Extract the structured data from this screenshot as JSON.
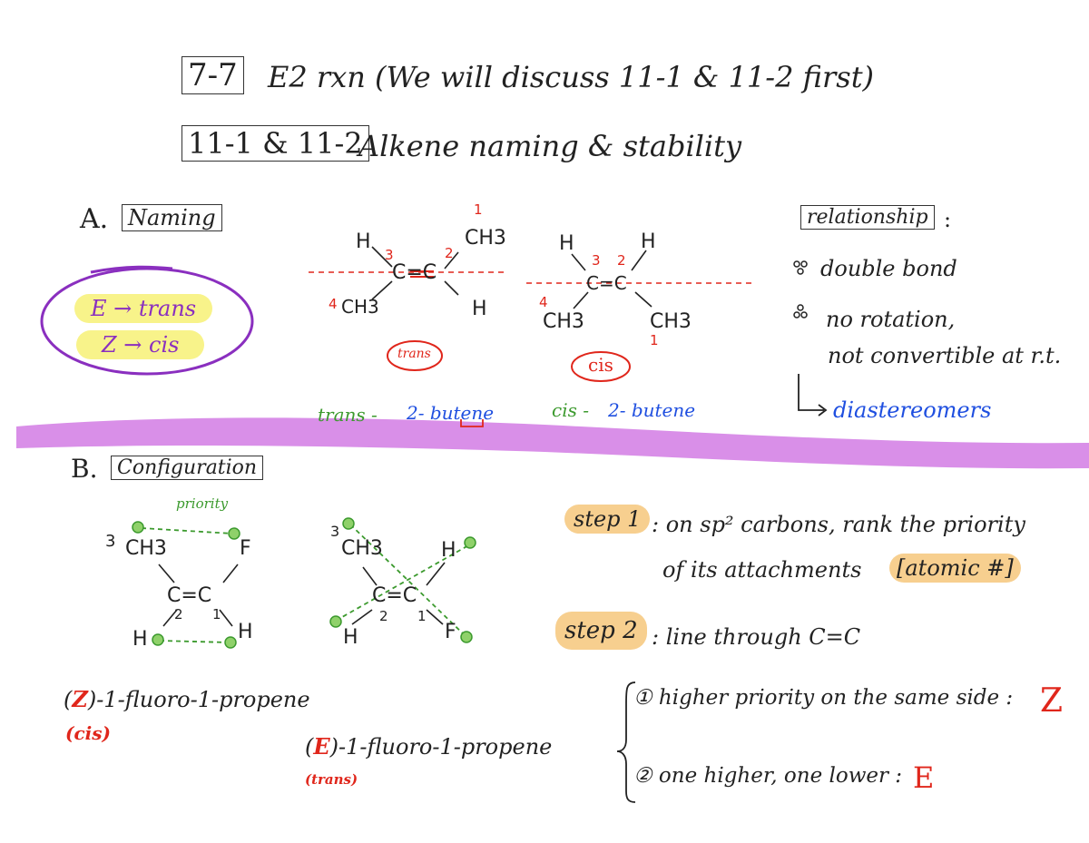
{
  "header": {
    "section_7_7": "7-7",
    "line1": "E2 rxn (We will discuss 11-1 & 11-2 first)",
    "section_11": "11-1 & 11-2",
    "line2": "Alkene naming & stability"
  },
  "naming": {
    "label": "A.",
    "title": "Naming",
    "e_trans": "E → trans",
    "z_cis": "Z → cis",
    "trans_mol": {
      "h_left": "H",
      "ch3_top": "CH3",
      "ch3_left": "CH3",
      "h_right": "H",
      "center": "C=C",
      "num_top": "1",
      "num_3": "3",
      "num_2": "2",
      "num_4": "4"
    },
    "cis_mol": {
      "h_left": "H",
      "h_right": "H",
      "ch3_left": "CH3",
      "ch3_right": "CH3",
      "center": "C=C",
      "num_3": "3",
      "num_2": "2",
      "num_4": "4",
      "num_1": "1"
    },
    "trans_tag": "trans",
    "cis_tag": "cis",
    "trans_name_prefix": "trans - ",
    "trans_name_rest": "2- butene",
    "cis_name_prefix": "cis - ",
    "cis_name_rest": "2- butene"
  },
  "relationship": {
    "title": "relationship",
    "colon": ":",
    "bullet1": "double bond",
    "bullet2": "no rotation,",
    "bullet2b": "not convertible at r.t.",
    "result": "diastereomers"
  },
  "configuration": {
    "label": "B.",
    "title": "Configuration",
    "priority_label": "priority",
    "z_mol": {
      "ch3": "CH3",
      "f": "F",
      "center": "C=C",
      "h_left": "H",
      "h_right": "H",
      "num_3": "3",
      "num_2": "2",
      "num_1": "1"
    },
    "e_mol": {
      "ch3": "CH3",
      "h_top": "H",
      "center": "C=C",
      "h_left": "H",
      "f_right": "F",
      "num_3": "3",
      "num_2": "2",
      "num_1": "1"
    },
    "z_name": "(Z)-1-fluoro-1-propene",
    "z_name_paren_open": "(",
    "z_letter": "Z",
    "z_name_rest": ")-1-fluoro-1-propene",
    "z_tag": "(cis)",
    "e_name_paren_open": "(",
    "e_letter": "E",
    "e_name_rest": ")-1-fluoro-1-propene",
    "e_tag": "(trans)"
  },
  "steps": {
    "step1_label": "step 1",
    "step1_text": ": on sp² carbons, rank the priority",
    "step1_text2": "of its attachments",
    "step1_bracket": "[atomic #]",
    "step2_label": "step 2",
    "step2_text": ": line through C=C",
    "rule1": "① higher priority on the same side :",
    "rule1_result": "Z",
    "rule2": "② one higher, one lower :",
    "rule2_result": "E"
  },
  "colors": {
    "purple_band": "#d98fe8",
    "purple_ring": "#8a2fbf",
    "yellow": "#f8f38a",
    "orange": "#f7cf8f",
    "red": "#e0261b",
    "green": "#3c9a2e",
    "blue": "#1f4fe0"
  }
}
